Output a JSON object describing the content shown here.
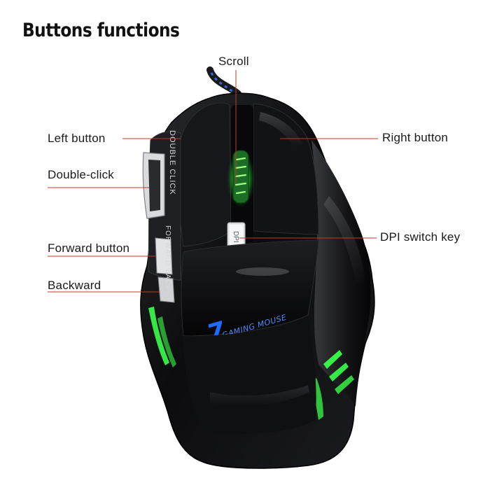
{
  "title": "Buttons functions",
  "labels": {
    "scroll": "Scroll",
    "left_button": "Left button",
    "double_click": "Double-click",
    "forward_button": "Forward button",
    "backward": "Backward",
    "right_button": "Right button",
    "dpi_switch_key": "DPI switch key"
  },
  "mouse_printed_text": {
    "double_click_side": "DOUBLE CLICK",
    "forward_back_side": "FORWARD BACK",
    "dpi_key": "DPI",
    "logo_number": "7",
    "logo_text": "GAMING MOUSE"
  },
  "colors": {
    "callout_line": "#c0392b",
    "mouse_body": "#0d0d0f",
    "led_green": "#39ff4a",
    "logo_blue": "#1e6bff"
  }
}
